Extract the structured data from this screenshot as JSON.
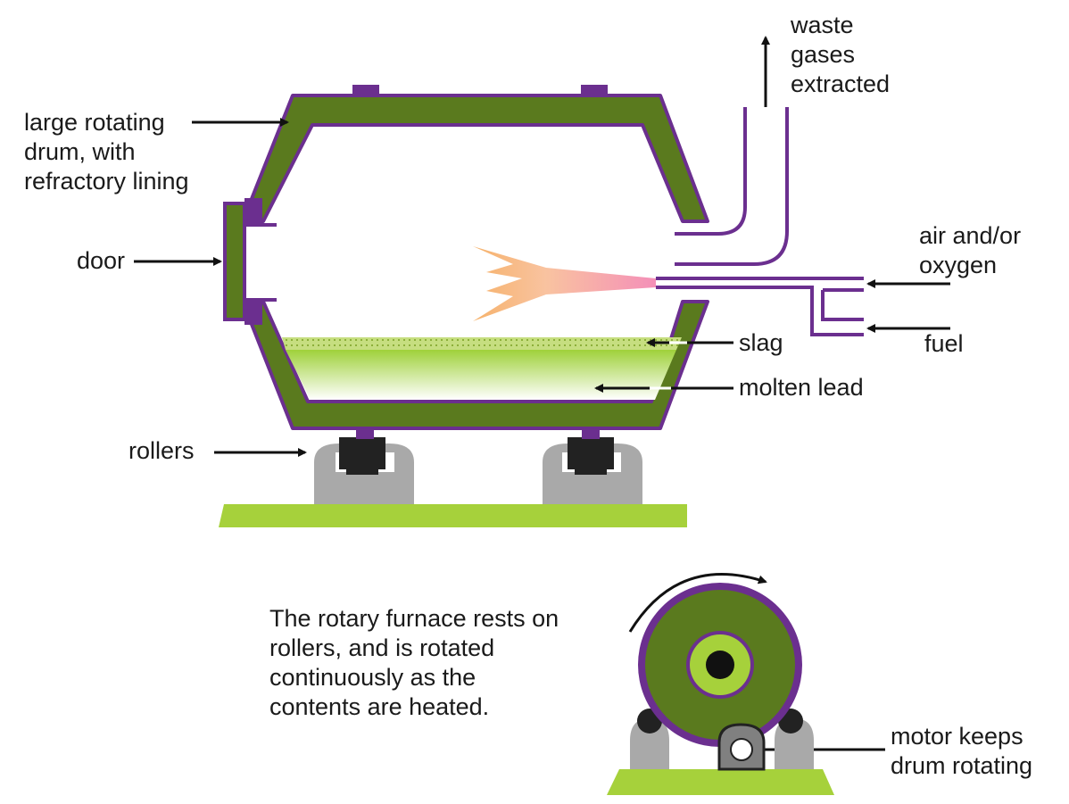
{
  "labels": {
    "drum": [
      "large rotating",
      "drum, with",
      "refractory lining"
    ],
    "door": "door",
    "waste_gases": [
      "waste",
      "gases",
      "extracted"
    ],
    "air_oxygen": [
      "air and/or",
      "oxygen"
    ],
    "fuel": "fuel",
    "slag": "slag",
    "molten_lead": "molten lead",
    "rollers": "rollers",
    "motor": [
      "motor keeps",
      "drum rotating"
    ]
  },
  "description": "The rotary furnace rests on rollers, and is rotated continuously as the contents are heated.",
  "colors": {
    "lining_green": "#5a7a1e",
    "purple": "#6b2f8f",
    "base_green": "#a6d13b",
    "roller_grey": "#a9a9a9",
    "flame_pink": "#f48fb8",
    "flame_orange": "#f6b26b",
    "lead_green": "#9fd13a",
    "slag_green": "#c6de80"
  }
}
